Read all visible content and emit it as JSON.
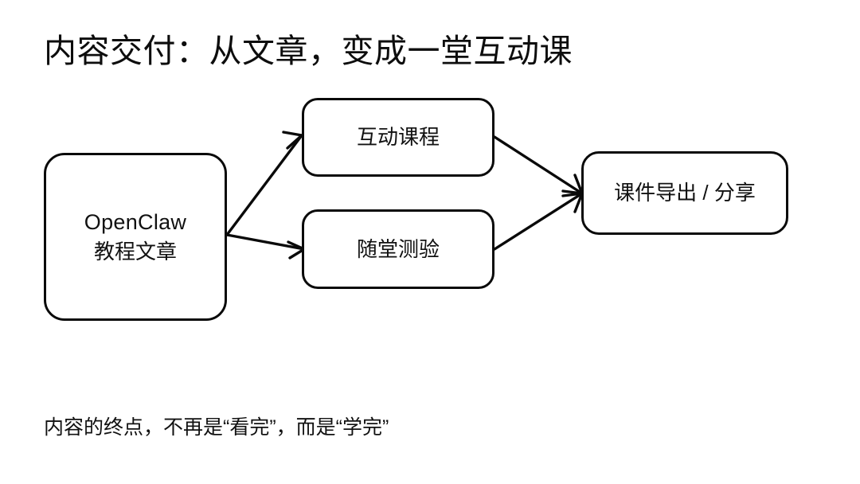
{
  "slide": {
    "title": "内容交付：从文章，变成一堂互动课",
    "caption": "内容的终点，不再是“看完”，而是“学完”",
    "background_color": "#ffffff",
    "stroke_color": "#0a0a0a",
    "text_color": "#111111"
  },
  "diagram": {
    "type": "flow",
    "nodes": [
      {
        "id": "source",
        "line1": "OpenClaw",
        "line2": "教程文章"
      },
      {
        "id": "course",
        "label": "互动课程"
      },
      {
        "id": "quiz",
        "label": "随堂测验"
      },
      {
        "id": "export",
        "label": "课件导出 / 分享"
      }
    ],
    "edges": [
      {
        "from": "source",
        "to": "course"
      },
      {
        "from": "source",
        "to": "quiz"
      },
      {
        "from": "course",
        "to": "export"
      },
      {
        "from": "quiz",
        "to": "export"
      }
    ]
  }
}
